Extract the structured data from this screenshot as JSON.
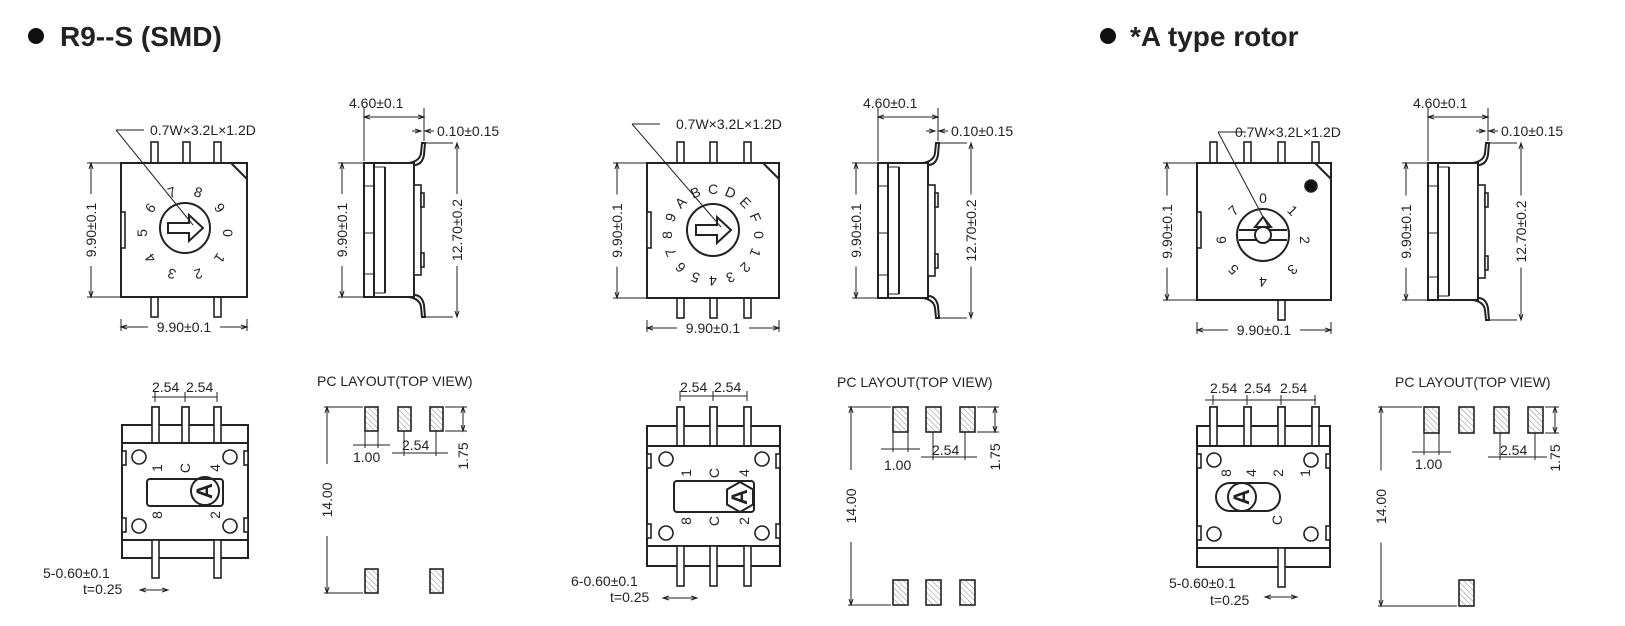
{
  "headings": {
    "left": "R9--S (SMD)",
    "right": "*A type rotor"
  },
  "groups": [
    {
      "front": {
        "slot": "0.7W×3.2L×1.2D",
        "height": "9.90±0.1",
        "width": "9.90±0.1",
        "dial_labels": [
          "0",
          "1",
          "2",
          "3",
          "4",
          "5",
          "6",
          "7",
          "8",
          "9"
        ]
      },
      "side": {
        "depth": "4.60±0.1",
        "lead": "0.10±0.15",
        "height": "9.90±0.1",
        "overall": "12.70±0.2"
      },
      "bottom": {
        "pitch": [
          "2.54",
          "2.54"
        ],
        "labels_top": [
          "1",
          "C",
          "4"
        ],
        "labels_bottom": [
          "8",
          "2"
        ],
        "rotor": "A",
        "pins": "5-0.60±0.1",
        "thickness": "t=0.25"
      },
      "layout": {
        "title": "PC LAYOUT(TOP VIEW)",
        "pad_width": "1.00",
        "pitch": "2.54",
        "pad_length": "1.75",
        "span": "14.00"
      }
    },
    {
      "front": {
        "slot": "0.7W×3.2L×1.2D",
        "height": "9.90±0.1",
        "width": "9.90±0.1",
        "dial_labels": [
          "0",
          "1",
          "2",
          "3",
          "4",
          "5",
          "6",
          "7",
          "8",
          "9",
          "A",
          "B",
          "C",
          "D",
          "E",
          "F"
        ]
      },
      "side": {
        "depth": "4.60±0.1",
        "lead": "0.10±0.15",
        "height": "9.90±0.1",
        "overall": "12.70±0.2"
      },
      "bottom": {
        "pitch": [
          "2.54",
          "2.54"
        ],
        "labels_top": [
          "1",
          "C",
          "4"
        ],
        "labels_bottom": [
          "8",
          "C",
          "2"
        ],
        "rotor": "A",
        "pins": "6-0.60±0.1",
        "thickness": "t=0.25"
      },
      "layout": {
        "title": "PC LAYOUT(TOP VIEW)",
        "pad_width": "1.00",
        "pitch": "2.54",
        "pad_length": "1.75",
        "span": "14.00"
      }
    },
    {
      "front": {
        "slot": "0.7W×3.2L×1.2D",
        "height": "9.90±0.1",
        "width": "9.90±0.1",
        "dial_labels": [
          "0",
          "1",
          "2",
          "3",
          "4",
          "5",
          "6",
          "7"
        ]
      },
      "side": {
        "depth": "4.60±0.1",
        "lead": "0.10±0.15",
        "height": "9.90±0.1",
        "overall": "12.70±0.2"
      },
      "bottom": {
        "pitch": [
          "2.54",
          "2.54",
          "2.54"
        ],
        "labels_top": [
          "8",
          "4",
          "2",
          "1"
        ],
        "labels_bottom": [
          "C"
        ],
        "rotor": "A",
        "pins": "5-0.60±0.1",
        "thickness": "t=0.25"
      },
      "layout": {
        "title": "PC LAYOUT(TOP VIEW)",
        "pad_width": "1.00",
        "pitch": "2.54",
        "pad_length": "1.75",
        "span": "14.00"
      }
    }
  ]
}
